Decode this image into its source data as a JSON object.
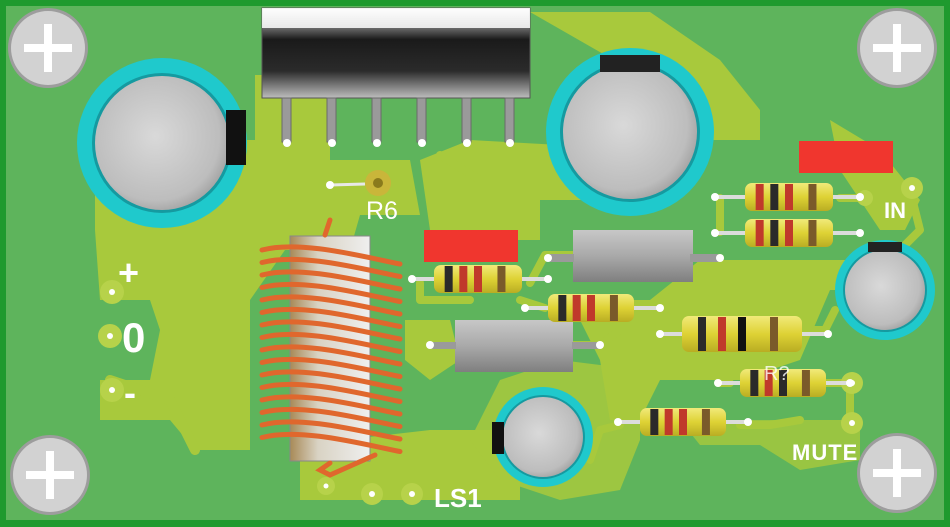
{
  "board": {
    "designators": {
      "r6": "R6",
      "in": "IN",
      "ls1": "LS1",
      "mute": "MUTE",
      "plus": "+",
      "zero": "0",
      "minus": "-",
      "r_partial": "R?"
    },
    "colors": {
      "board_edge": "#1f9a2e",
      "board_fill": "#5eb45c",
      "copper_pour": "#a8c93c",
      "pad": "#b7d24a",
      "capacitor_ring": "#1fc9cc",
      "capacitor_body": "#c9c9c9",
      "resistor_body": "#e6dc46",
      "smd_red": "#f0362e",
      "inductor_wire": "#e0672d",
      "silkscreen": "#ffffff"
    }
  }
}
